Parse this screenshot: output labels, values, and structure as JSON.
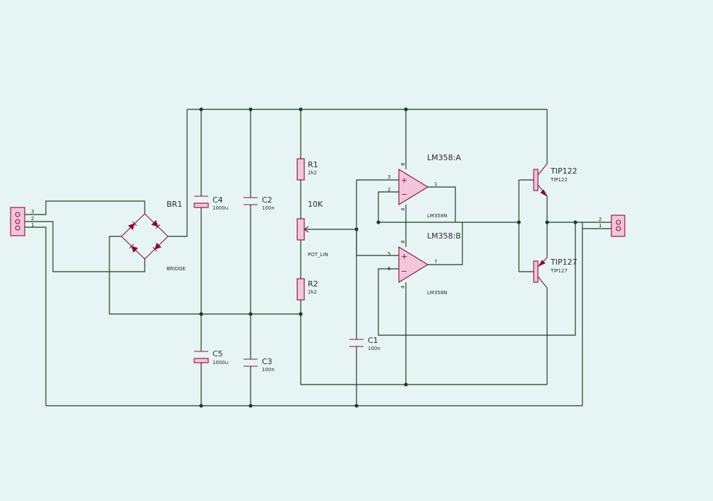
{
  "components": {
    "connector_in": {
      "pins": [
        "3",
        "2",
        "1"
      ]
    },
    "bridge": {
      "ref": "BR1",
      "value": "BRIDGE"
    },
    "c4": {
      "ref": "C4",
      "value": "1000u"
    },
    "c5": {
      "ref": "C5",
      "value": "1000u"
    },
    "c2": {
      "ref": "C2",
      "value": "100n"
    },
    "c3": {
      "ref": "C3",
      "value": "100n"
    },
    "c1": {
      "ref": "C1",
      "value": "100n"
    },
    "r1": {
      "ref": "R1",
      "value": "2k2"
    },
    "r2": {
      "ref": "R2",
      "value": "2k2"
    },
    "pot": {
      "ref": "10K",
      "value": "POT_LIN"
    },
    "opamp_a": {
      "ref": "LM358:A",
      "value": "LM358N",
      "pins": {
        "plus": "3",
        "minus": "2",
        "out": "1",
        "vcc": "8",
        "gnd": "4"
      }
    },
    "opamp_b": {
      "ref": "LM358:B",
      "value": "LM358N",
      "pins": {
        "plus": "5",
        "minus": "6",
        "out": "7",
        "vcc": "8",
        "gnd": "4"
      }
    },
    "q1": {
      "ref": "TIP122",
      "value": "TIP122"
    },
    "q2": {
      "ref": "TIP127",
      "value": "TIP127"
    },
    "connector_out": {
      "pins": [
        "2",
        "1"
      ]
    }
  },
  "symbols": {
    "plus": "+",
    "minus": "−"
  }
}
